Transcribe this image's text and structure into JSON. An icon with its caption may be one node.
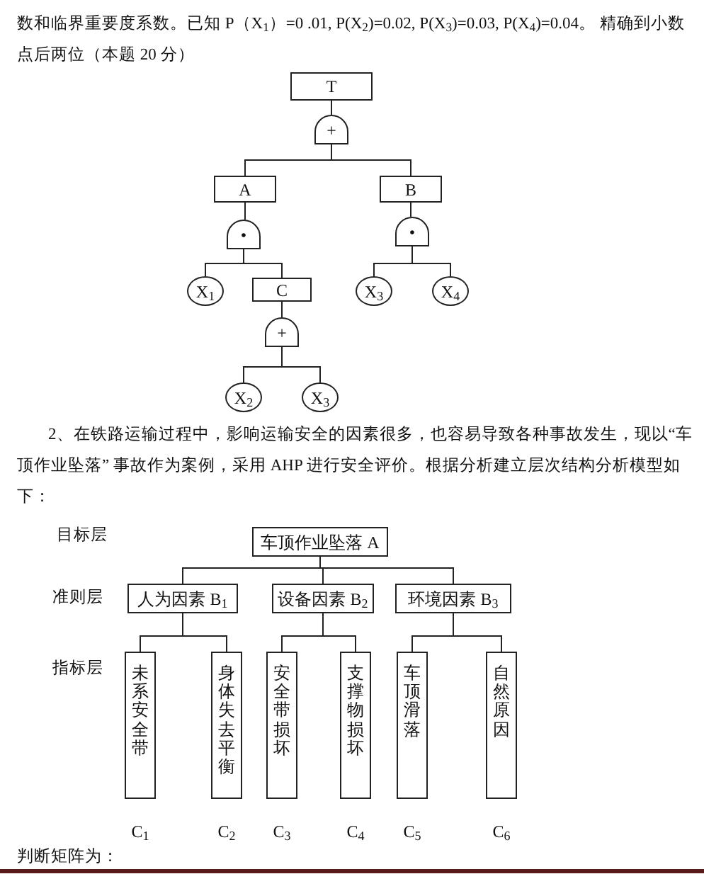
{
  "diagram": {
    "nodes": [
      {
        "text": [
          "T"
        ]
      },
      {
        "text": [
          "+"
        ]
      },
      {
        "text": [
          "A"
        ]
      },
      {
        "text": [
          "•"
        ]
      },
      {
        "text": [
          "X$_{1}$"
        ]
      },
      {
        "text": [
          "C"
        ]
      },
      {
        "text": [
          "+"
        ]
      },
      {
        "text": [
          "X$_{2}$"
        ]
      },
      {
        "text": [
          "X$_{3}$"
        ]
      },
      {
        "text": [
          "B"
        ]
      },
      {
        "text": [
          "•"
        ]
      },
      {
        "text": [
          "X$_{3}$"
        ]
      },
      {
        "text": [
          "X$_{4}$"
        ]
      },
      {
        "text": [
          "车顶作业坠落 A"
        ]
      },
      {
        "text": [
          "人为因素 B$_{1}$"
        ]
      },
      {
        "text": [
          "设备因素 B$_{2}$"
        ]
      },
      {
        "text": [
          "环境因素 B$_{3}$"
        ]
      },
      {
        "text": [
          "未系安全带"
        ],
        "beside": [
          "C$_{1}$"
        ]
      },
      {
        "text": [
          "身体失去平衡"
        ],
        "beside": [
          "C$_{2}$"
        ]
      },
      {
        "text": [
          "安全带损坏"
        ],
        "beside": [
          "C$_{3}$"
        ]
      },
      {
        "text": [
          "支撑物损坏"
        ],
        "beside": [
          "C$_{4}$"
        ]
      },
      {
        "text": [
          "车顶滑落"
        ],
        "beside": [
          "C$_{5}$"
        ]
      },
      {
        "text": [
          "自然原因"
        ],
        "beside": [
          "C$_{6}$"
        ]
      }
    ],
    "edges": [
      {
        "from": 0,
        "to": 1,
        "arrow": "none"
      },
      {
        "from": 1,
        "to": 2,
        "arrow": "none"
      },
      {
        "from": 1,
        "to": 9,
        "arrow": "none"
      },
      {
        "from": 2,
        "to": 3,
        "arrow": "none"
      },
      {
        "from": 3,
        "to": 4,
        "arrow": "none"
      },
      {
        "from": 3,
        "to": 5,
        "arrow": "none"
      },
      {
        "from": 5,
        "to": 6,
        "arrow": "none"
      },
      {
        "from": 6,
        "to": 7,
        "arrow": "none"
      },
      {
        "from": 6,
        "to": 8,
        "arrow": "none"
      },
      {
        "from": 9,
        "to": 10,
        "arrow": "none"
      },
      {
        "from": 10,
        "to": 11,
        "arrow": "none"
      },
      {
        "from": 10,
        "to": 12,
        "arrow": "none"
      },
      {
        "from": 13,
        "to": 14,
        "arrow": "none"
      },
      {
        "from": 13,
        "to": 15,
        "arrow": "none"
      },
      {
        "from": 13,
        "to": 16,
        "arrow": "none"
      },
      {
        "from": 14,
        "to": 17,
        "arrow": "none"
      },
      {
        "from": 14,
        "to": 18,
        "arrow": "none"
      },
      {
        "from": 15,
        "to": 19,
        "arrow": "none"
      },
      {
        "from": 15,
        "to": 20,
        "arrow": "none"
      },
      {
        "from": 16,
        "to": 21,
        "arrow": "none"
      },
      {
        "from": 16,
        "to": 22,
        "arrow": "none"
      }
    ],
    "labels": [
      "数和临界重要度系数。已知 P（X$_{1}$）=0 .01, P(X$_{2}$)=0.02, P(X$_{3}$)=0.03, P(X$_{4}$)=0.04。 精确到小数点后两位（本题 20 分）",
      "2、在铁路运输过程中，影响运输安全的因素很多，也容易导致各种事故发生，现以“车顶作业坠落” 事故作为案例，采用 AHP 进行安全评价。根据分析建立层次结构分析模型如下：",
      "目标层",
      "准则层",
      "指标层",
      "判断矩阵为："
    ]
  }
}
